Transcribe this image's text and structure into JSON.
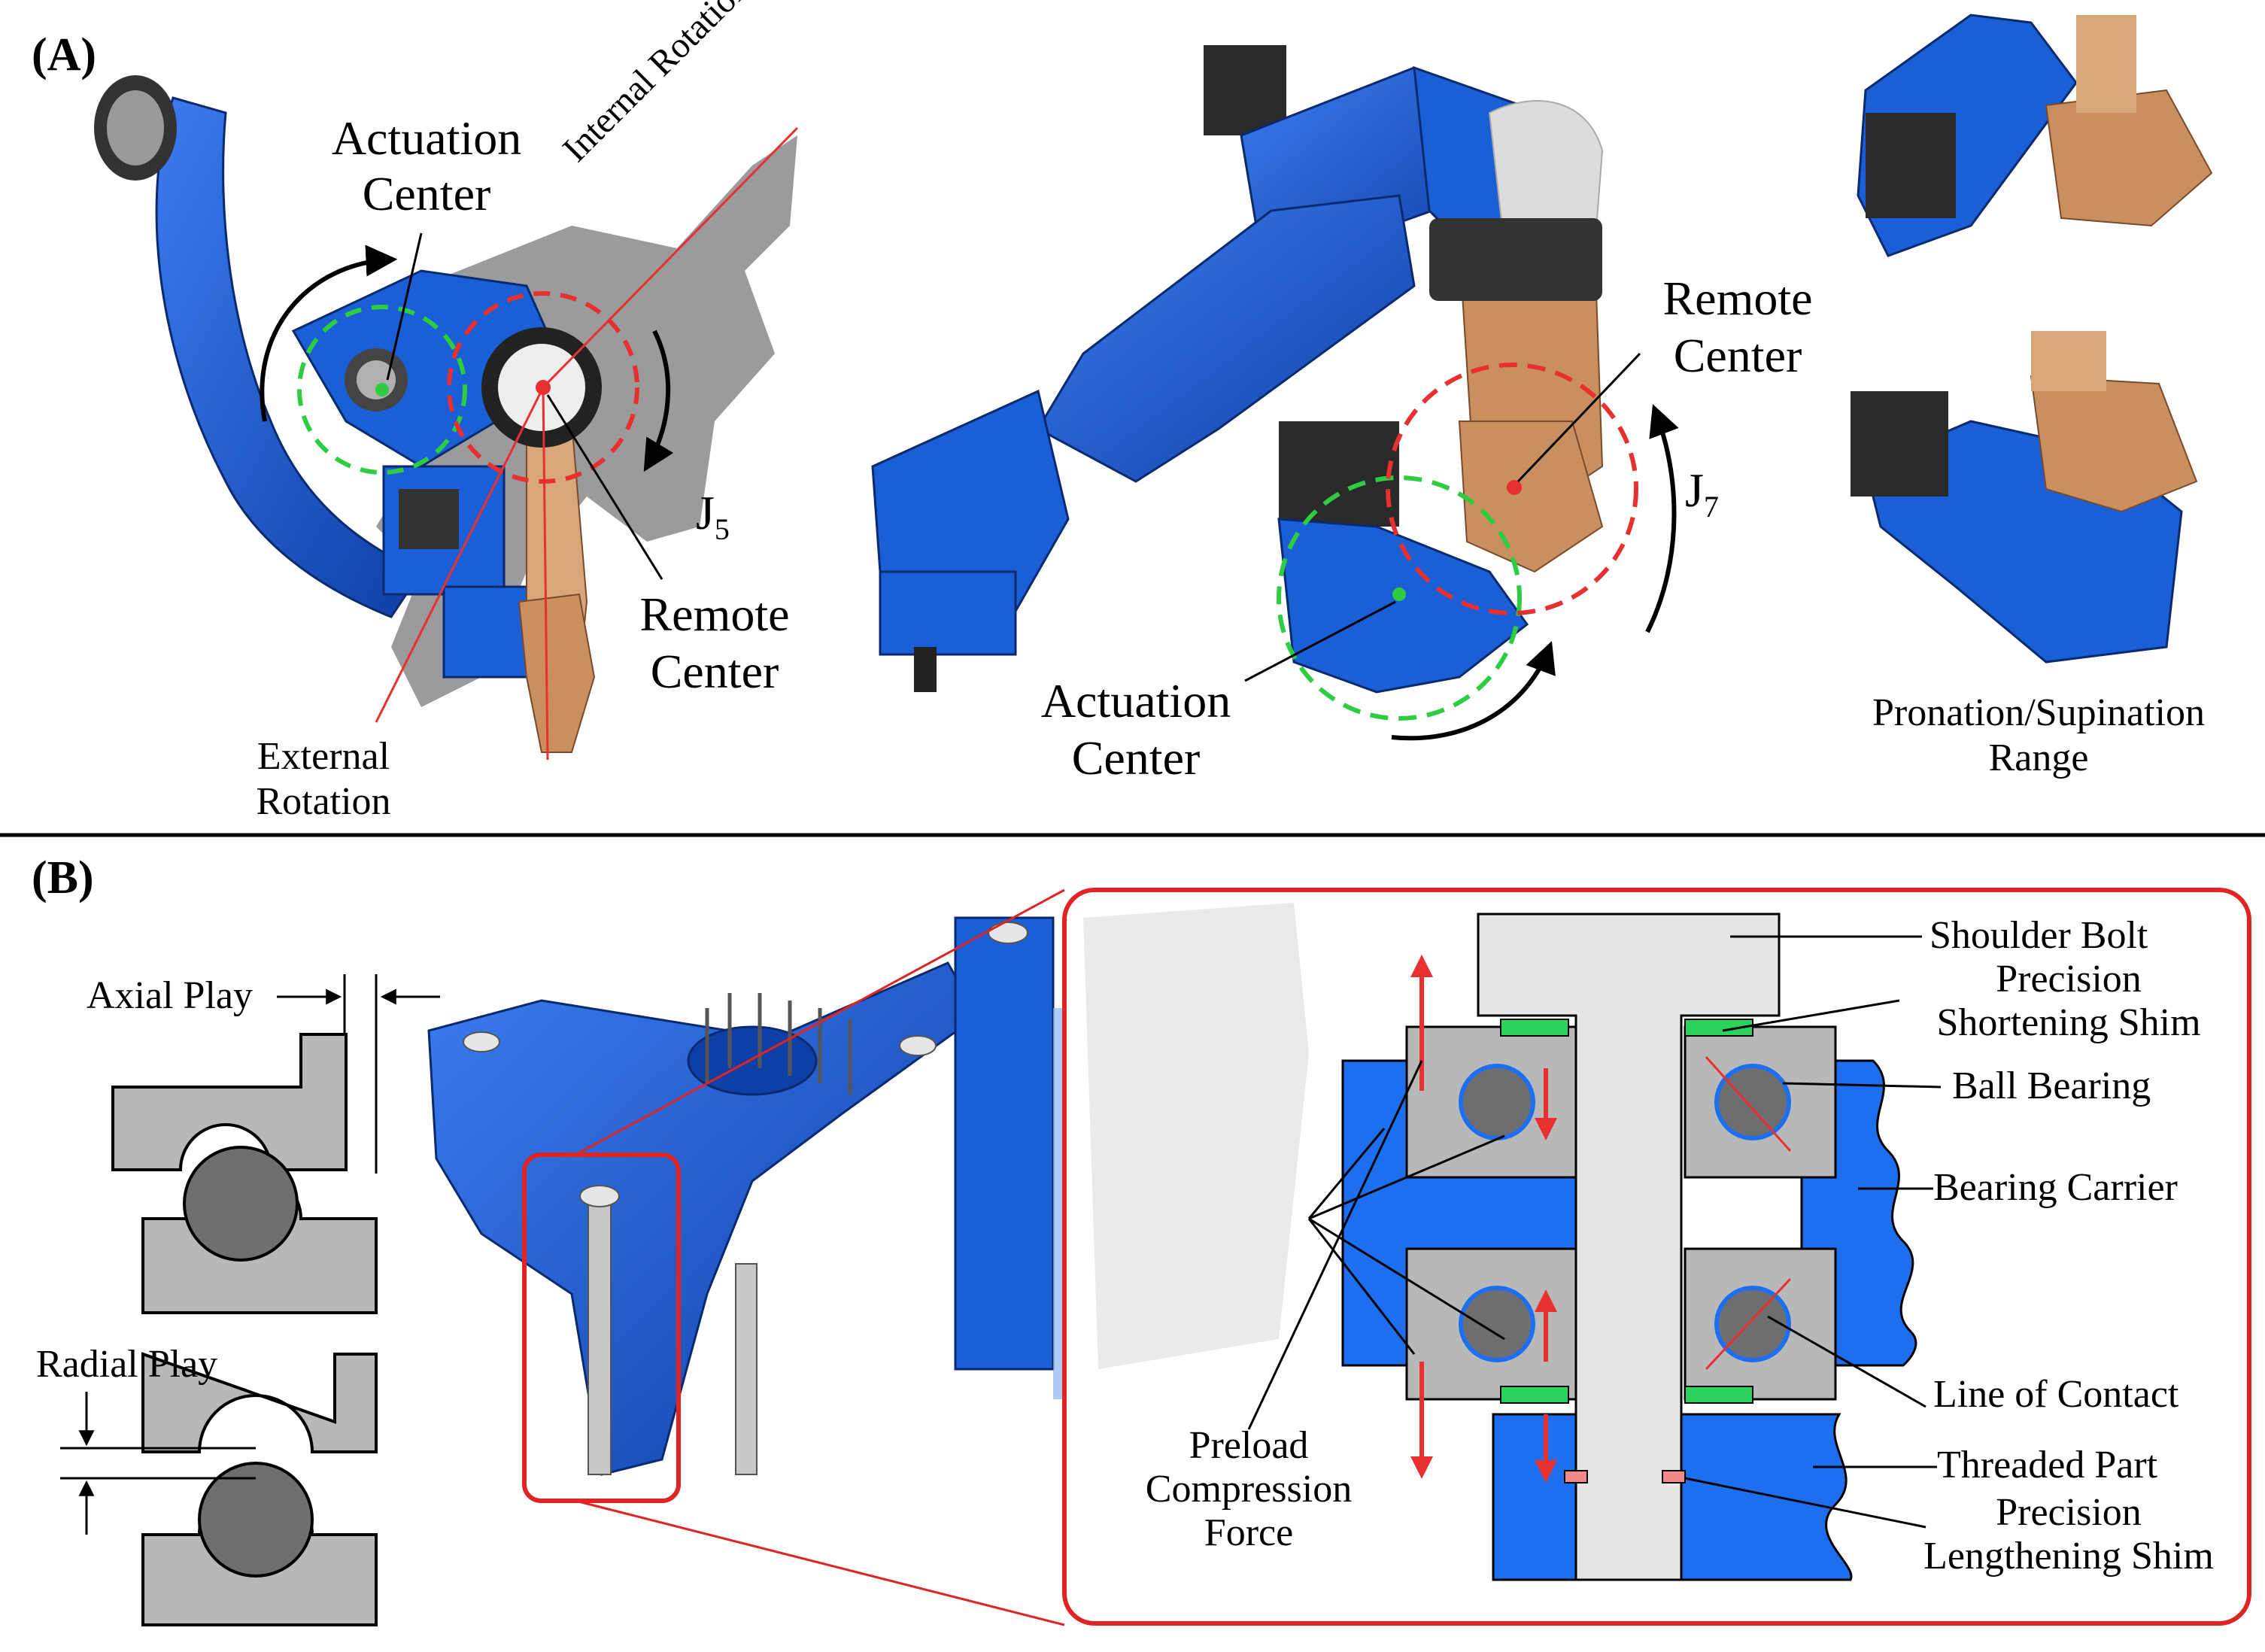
{
  "panel_a": {
    "tag": "(A)",
    "left": {
      "actuation_center": [
        "Actuation",
        "Center"
      ],
      "internal_rotation": "Internal Rotation",
      "external_rotation": [
        "External",
        "Rotation"
      ],
      "remote_center": [
        "Remote",
        "Center"
      ],
      "joint_main": "J",
      "joint_sub": "5"
    },
    "middle": {
      "remote_center": [
        "Remote",
        "Center"
      ],
      "actuation_center": [
        "Actuation",
        "Center"
      ],
      "joint_main": "J",
      "joint_sub": "7"
    },
    "right": {
      "range_label": [
        "Pronation/Supination",
        "Range"
      ]
    }
  },
  "panel_b": {
    "tag": "(B)",
    "play": {
      "axial": "Axial Play",
      "radial": "Radial Play"
    },
    "callouts": {
      "shoulder_bolt": "Shoulder Bolt",
      "shortening_shim": [
        "Precision",
        "Shortening Shim"
      ],
      "ball_bearing": "Ball Bearing",
      "bearing_carrier": "Bearing Carrier",
      "line_of_contact": "Line of Contact",
      "threaded_part": "Threaded Part",
      "lengthening_shim": [
        "Precision",
        "Lengthening Shim"
      ],
      "preload": [
        "Preload",
        "Compression",
        "Force"
      ]
    }
  },
  "colors": {
    "robot_blue": "#1a5fd6",
    "part_blue": "#1e6ff0",
    "remote_circle": "#e83030",
    "actuation_circle": "#2ecc40",
    "shim_green": "#2bd35a",
    "shim_red": "#f08a8a",
    "highlight_box": "#e02424",
    "gray_part": "#b8b8b8",
    "bolt_gray": "#e6e6e6"
  }
}
